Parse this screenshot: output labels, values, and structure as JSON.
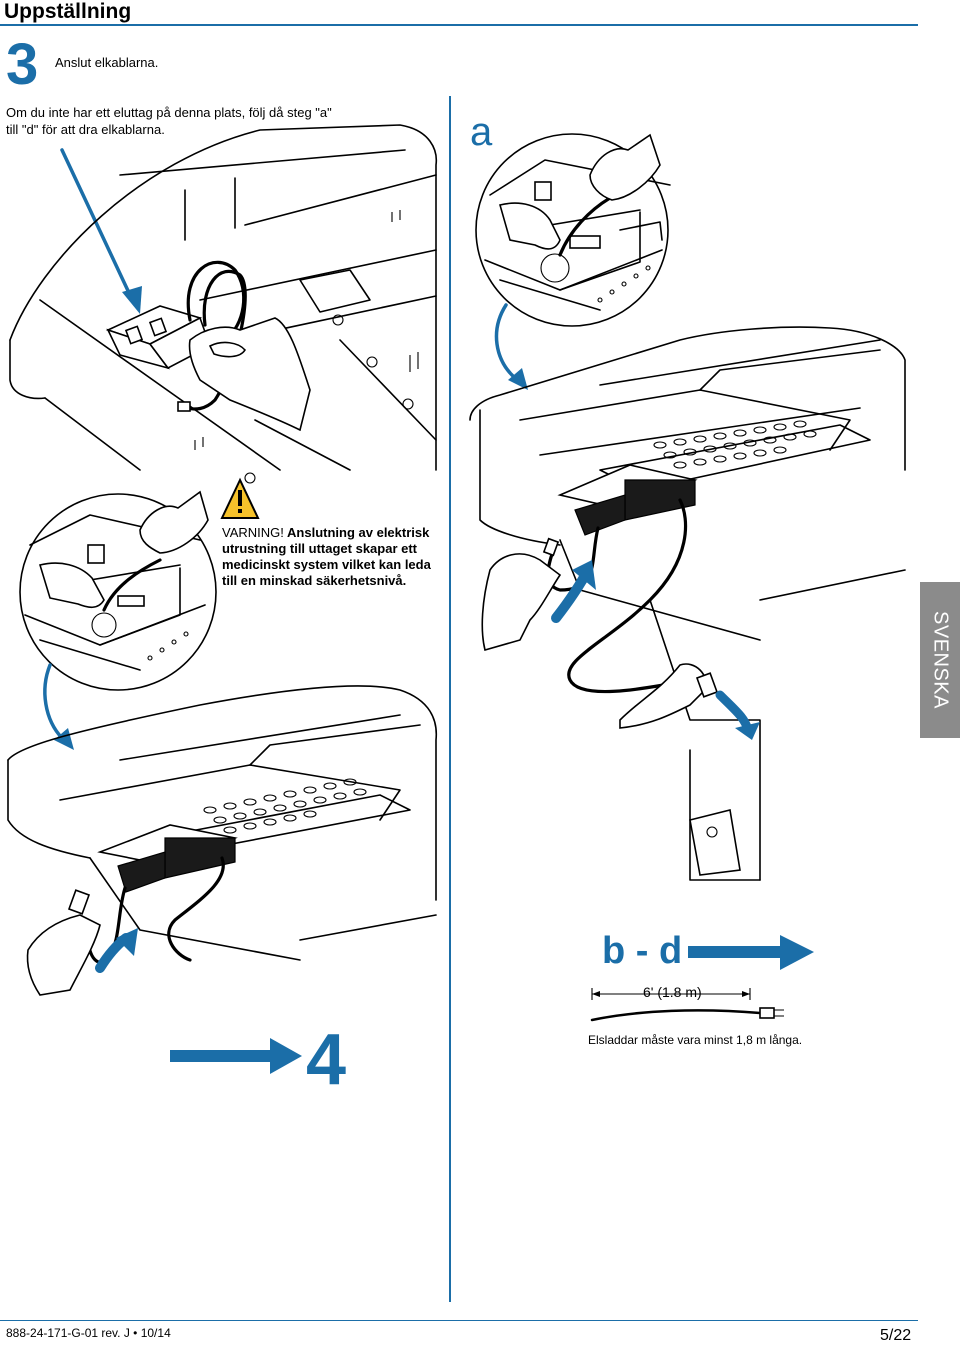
{
  "header": {
    "title": "Uppställning"
  },
  "step": {
    "number": "3",
    "caption": "Anslut elkablarna."
  },
  "intro": "Om du inte har ett eluttag på denna plats, följ då steg \"a\" till \"d\" för att dra elkablarna.",
  "panel_a": {
    "label": "a"
  },
  "warning": {
    "lead": "VARNING!",
    "body": "Anslutning av elektrisk utrustning till uttaget skapar ett medicinskt system vilket kan leda till en minskad säkerhetsnivå."
  },
  "side_tab": {
    "label": "SVENSKA"
  },
  "panel_bd": {
    "label": "b - d",
    "dimension": "6' (1.8 m)",
    "caption": "Elsladdar måste vara minst 1,8 m långa."
  },
  "step4": {
    "number": "4"
  },
  "footer": {
    "doc_id": "888-24-171-G-01 rev. J • 10/14",
    "page": "5/22"
  },
  "colors": {
    "accent": "#1b6ea8",
    "tab": "#8b8b8b"
  },
  "icons": [
    "warning-triangle-icon",
    "arrow-right-icon",
    "curved-arrow-icon"
  ]
}
